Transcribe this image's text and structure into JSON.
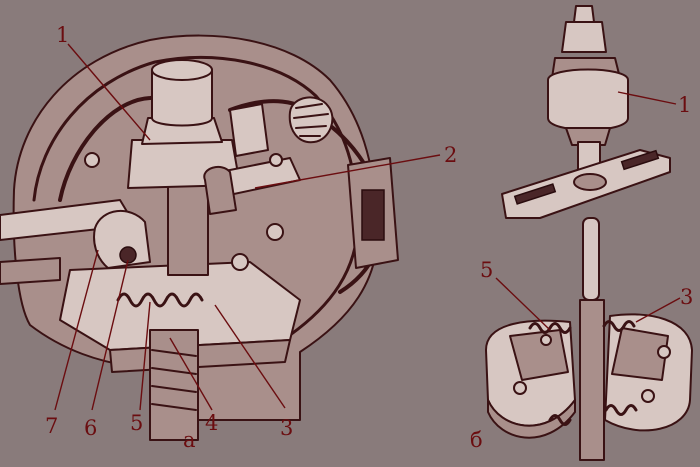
{
  "palette": {
    "background": "#897b7b",
    "label_color": "#6b0d10",
    "ink": "#3a1214",
    "metal_light": "#d7c7c2"
  },
  "view_a": {
    "caption": "а",
    "callouts": [
      "1",
      "2",
      "3",
      "4",
      "5",
      "6",
      "7"
    ]
  },
  "view_b": {
    "caption": "б",
    "callouts": [
      "1",
      "3",
      "5"
    ]
  }
}
